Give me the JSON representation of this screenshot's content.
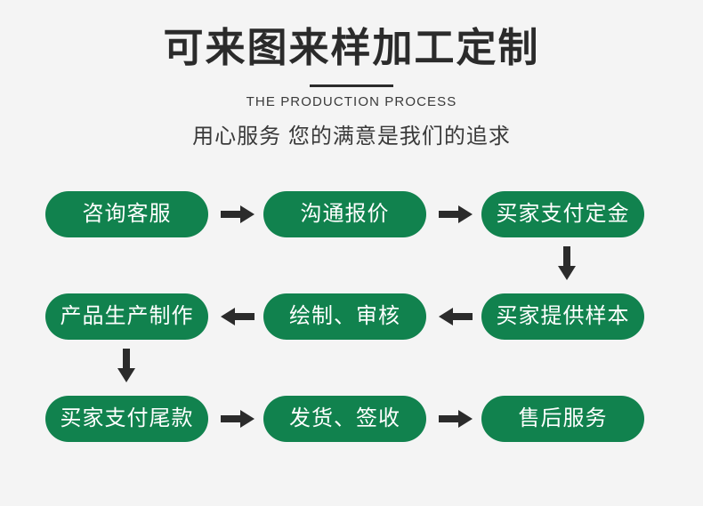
{
  "background_color": "#f4f4f4",
  "accent_color": "#11824e",
  "text_dark_color": "#2b2b2b",
  "header": {
    "title": "可来图来样加工定制",
    "english_subtitle": "THE PRODUCTION PROCESS",
    "chinese_subtitle": "用心服务 您的满意是我们的追求"
  },
  "flow": {
    "rows": [
      {
        "direction": "right",
        "steps": [
          {
            "label": "咨询客服"
          },
          {
            "label": "沟通报价"
          },
          {
            "label": "买家支付定金"
          }
        ],
        "connectors": [
          "arrow-right-icon",
          "arrow-right-icon"
        ]
      },
      {
        "direction": "left",
        "steps": [
          {
            "label": "产品生产制作"
          },
          {
            "label": "绘制、审核"
          },
          {
            "label": "买家提供样本"
          }
        ],
        "connectors": [
          "arrow-left-icon",
          "arrow-left-icon"
        ]
      },
      {
        "direction": "right",
        "steps": [
          {
            "label": "买家支付尾款"
          },
          {
            "label": "发货、签收"
          },
          {
            "label": "售后服务"
          }
        ],
        "connectors": [
          "arrow-right-icon",
          "arrow-right-icon"
        ]
      }
    ],
    "vertical_connectors": [
      {
        "icon": "arrow-down-icon",
        "position": "right",
        "from_row": 1,
        "to_row": 2
      },
      {
        "icon": "arrow-down-icon",
        "position": "left",
        "from_row": 2,
        "to_row": 3
      }
    ]
  }
}
